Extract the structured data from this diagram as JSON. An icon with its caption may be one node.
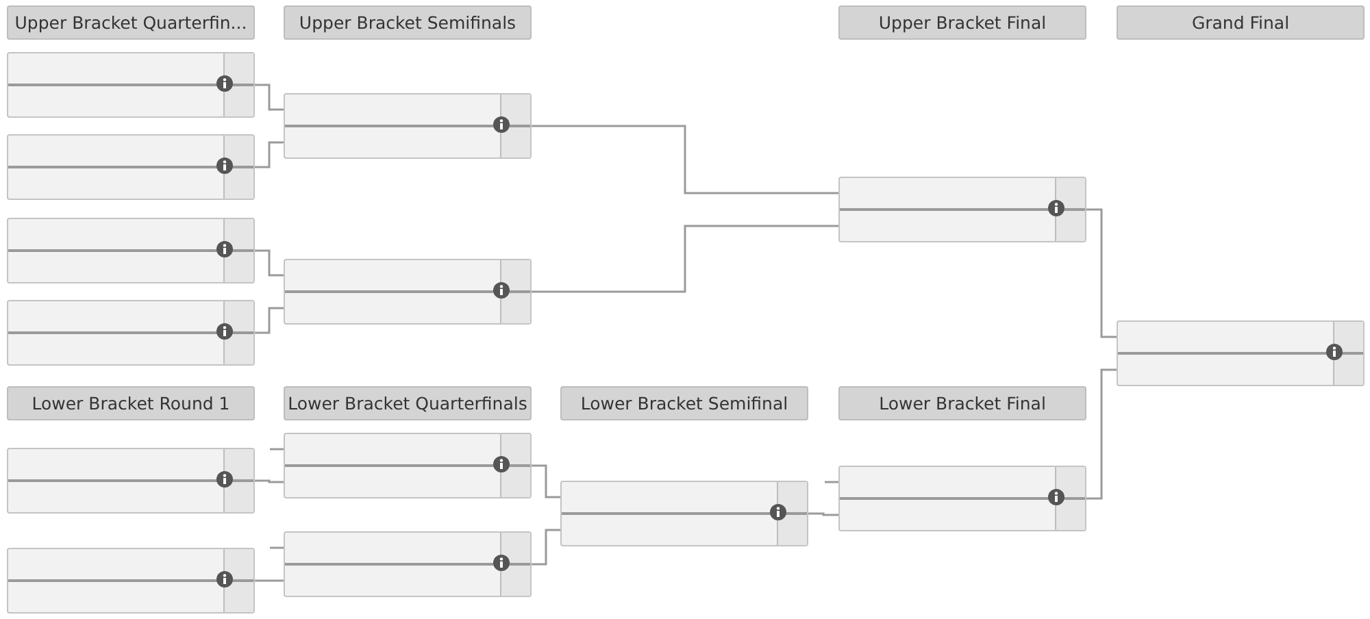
{
  "diagram": {
    "nodes": [
      {
        "text": [
          "Upper Bracket Quarterfin..."
        ]
      },
      {
        "text": [
          "Upper Bracket Semifinals"
        ]
      },
      {
        "text": [
          "Upper Bracket Final"
        ]
      },
      {
        "text": [
          "Grand Final"
        ]
      },
      {
        "text": [],
        "shape": "box"
      },
      {
        "text": [],
        "shape": "box"
      },
      {
        "text": [],
        "shape": "box"
      },
      {
        "text": [],
        "shape": "box"
      },
      {
        "text": [],
        "shape": "box"
      },
      {
        "text": [],
        "shape": "box"
      },
      {
        "text": [],
        "shape": "box"
      },
      {
        "text": [],
        "shape": "box"
      },
      {
        "text": [
          "Lower Bracket Round 1"
        ]
      },
      {
        "text": [
          "Lower Bracket Quarterfinals"
        ]
      },
      {
        "text": [
          "Lower Bracket Semifinal"
        ]
      },
      {
        "text": [
          "Lower Bracket Final"
        ]
      },
      {
        "text": [],
        "shape": "box"
      },
      {
        "text": [],
        "shape": "box"
      },
      {
        "text": [],
        "shape": "box"
      },
      {
        "text": [],
        "shape": "box"
      },
      {
        "text": [],
        "shape": "box"
      },
      {
        "text": [],
        "shape": "box"
      }
    ],
    "edges": [
      {
        "from": 4,
        "to": 8,
        "arrow": "none"
      },
      {
        "from": 5,
        "to": 8,
        "arrow": "none"
      },
      {
        "from": 6,
        "to": 9,
        "arrow": "none"
      },
      {
        "from": 7,
        "to": 9,
        "arrow": "none"
      },
      {
        "from": 8,
        "to": 10,
        "arrow": "none"
      },
      {
        "from": 9,
        "to": 10,
        "arrow": "none"
      },
      {
        "from": 10,
        "to": 11,
        "arrow": "none"
      },
      {
        "from": 21,
        "to": 11,
        "arrow": "none"
      },
      {
        "from": null,
        "to": 18,
        "arrow": "none"
      },
      {
        "from": 16,
        "to": 18,
        "arrow": "none"
      },
      {
        "from": null,
        "to": 19,
        "arrow": "none"
      },
      {
        "from": 17,
        "to": 19,
        "arrow": "none"
      },
      {
        "from": 18,
        "to": 20,
        "arrow": "none"
      },
      {
        "from": 19,
        "to": 20,
        "arrow": "none"
      },
      {
        "from": null,
        "to": 21,
        "arrow": "none"
      },
      {
        "from": 20,
        "to": 21,
        "arrow": "none"
      }
    ]
  }
}
